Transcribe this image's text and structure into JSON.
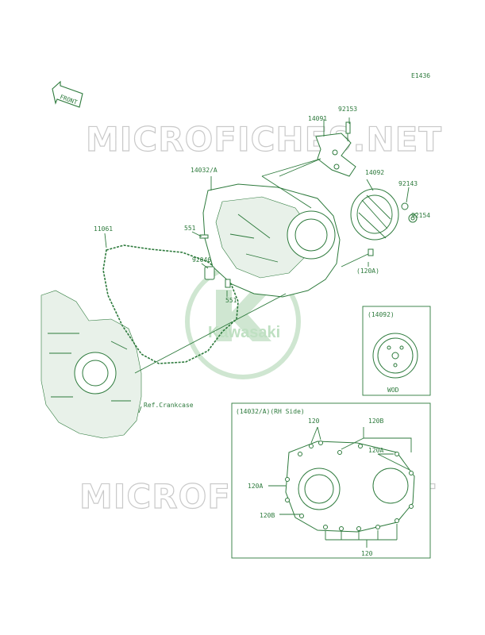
{
  "diagram": {
    "code": "E1436",
    "front_badge": "FRONT",
    "brand_logo": "Kawasaki",
    "watermark": "MICROFICHES.NET",
    "ref_label": "Ref.Crankcase",
    "part_labels": {
      "p92153": "92153",
      "p14091": "14091",
      "p14032a": "14032/A",
      "p14092": "14092",
      "p92143": "92143",
      "p92154": "92154",
      "p11061": "11061",
      "p551_top": "551",
      "p92046": "92046",
      "p551_bot": "551",
      "p120a_ref": "(120A)"
    },
    "inset_cover": {
      "title": "(14092)",
      "caption": "WOD"
    },
    "inset_rh": {
      "title": "(14032/A)(RH Side)",
      "labels": {
        "l120_top": "120",
        "l120b_top": "120B",
        "l120a_right": "120A",
        "l120a_left": "120A",
        "l120b_left": "120B",
        "l120_bottom": "120"
      }
    },
    "colors": {
      "line": "#2d7a3c",
      "watermark": "#c9c9c9",
      "logo": "#bfe0c2"
    }
  }
}
